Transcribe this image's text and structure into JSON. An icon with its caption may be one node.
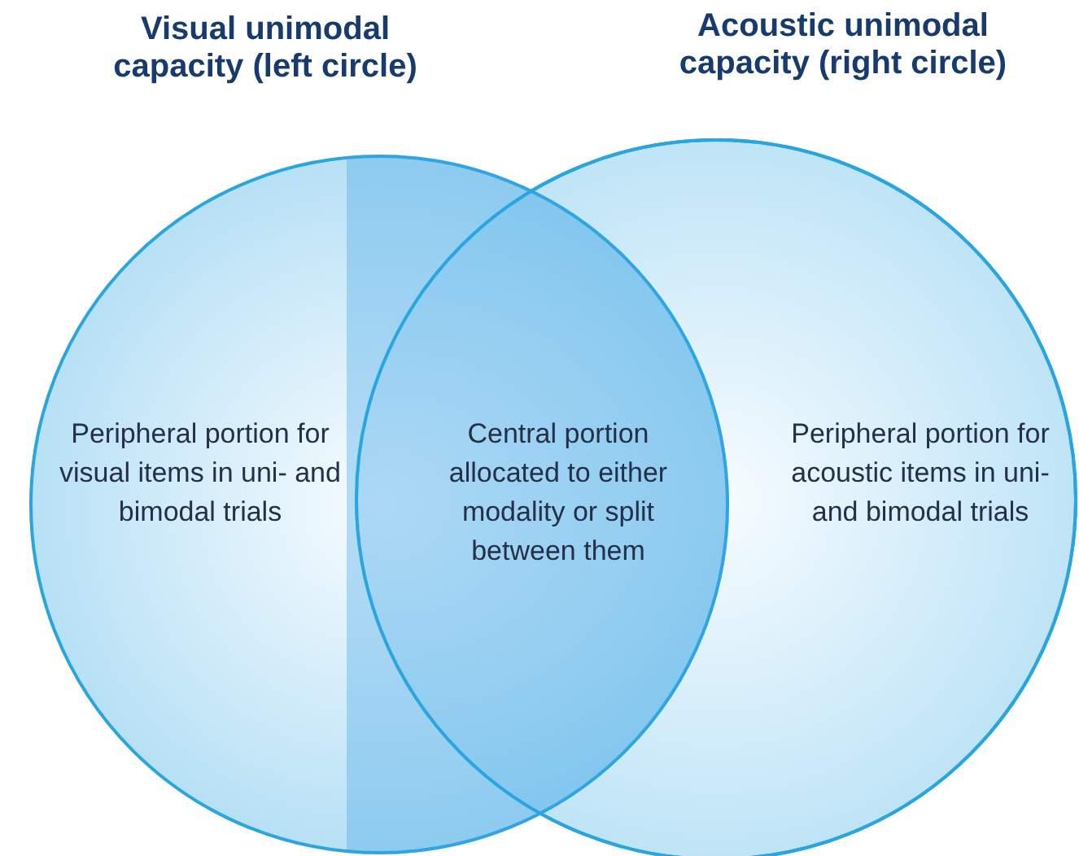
{
  "diagram": {
    "nodes": [
      {
        "text": [
          "Visual unimodal capacity (left circle)",
          "Peripheral portion for visual items in uni- and bimodal trials"
        ]
      },
      {
        "text": [
          "Acoustic unimodal capacity (right circle)",
          "Peripheral portion for acoustic items in uni- and bimodal trials"
        ]
      },
      {
        "text": [
          "Central portion allocated to either modality or split between them"
        ]
      }
    ],
    "edges": []
  }
}
